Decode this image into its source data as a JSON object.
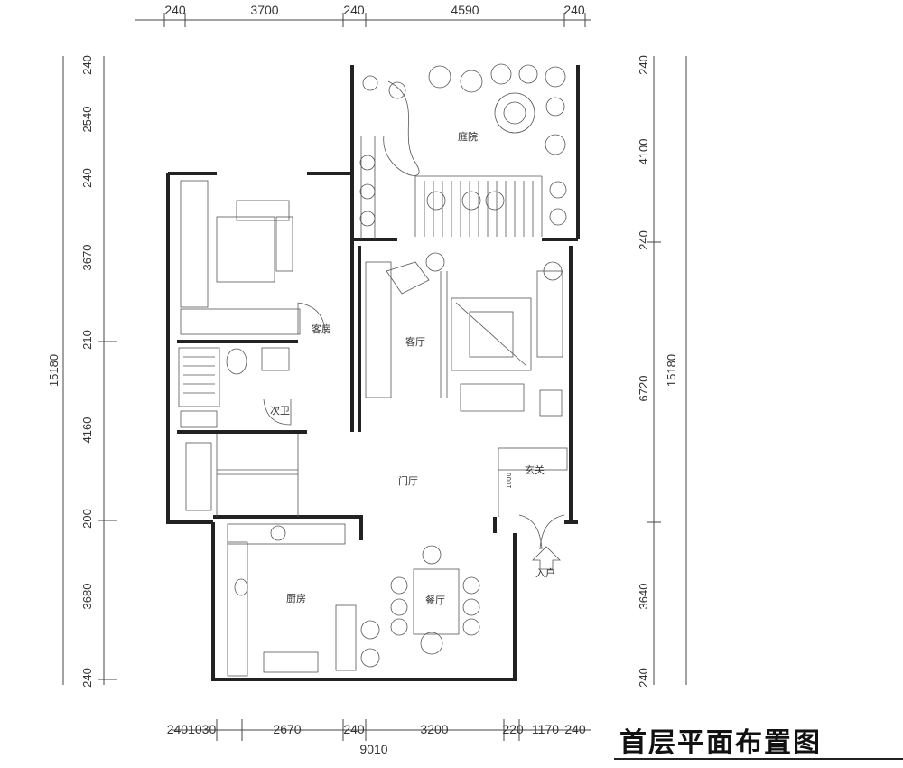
{
  "title": "首层平面布置图",
  "dimensions": {
    "top": [
      "240",
      "3700",
      "240",
      "4590",
      "240"
    ],
    "bottom": [
      "2401030",
      "2670",
      "240",
      "3200",
      "220",
      "1170",
      "240"
    ],
    "bottom_total": "9010",
    "left": [
      "240",
      "2540",
      "240",
      "3670",
      "210",
      "4160",
      "200",
      "3680",
      "240"
    ],
    "left_total": "15180",
    "right": [
      "240",
      "4100",
      "240",
      "6720",
      "3640",
      "240"
    ],
    "right_total": "15180"
  },
  "rooms": {
    "garden": "庭院",
    "guest_bedroom": "客房",
    "living_room": "客厅",
    "second_bathroom": "次卫",
    "hall": "门厅",
    "entry": "玄关",
    "entrance": "入户",
    "kitchen": "厨房",
    "dining": "餐厅",
    "entry_cabinet_mark": "1000"
  }
}
